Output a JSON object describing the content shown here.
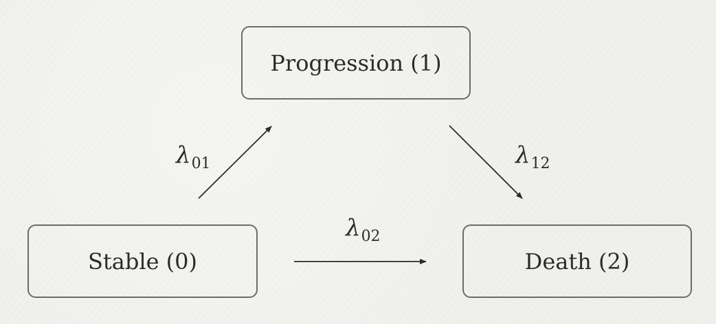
{
  "states": {
    "progression": "Progression (1)",
    "stable": "Stable (0)",
    "death": "Death (2)"
  },
  "transitions": {
    "t01": {
      "symbol": "λ",
      "subscript": "01"
    },
    "t12": {
      "symbol": "λ",
      "subscript": "12"
    },
    "t02": {
      "symbol": "λ",
      "subscript": "02"
    }
  },
  "colors": {
    "background": "#efefec",
    "box_border": "#6b6b6b",
    "arrow": "#2b2b2b",
    "text": "#2b2b2b"
  }
}
